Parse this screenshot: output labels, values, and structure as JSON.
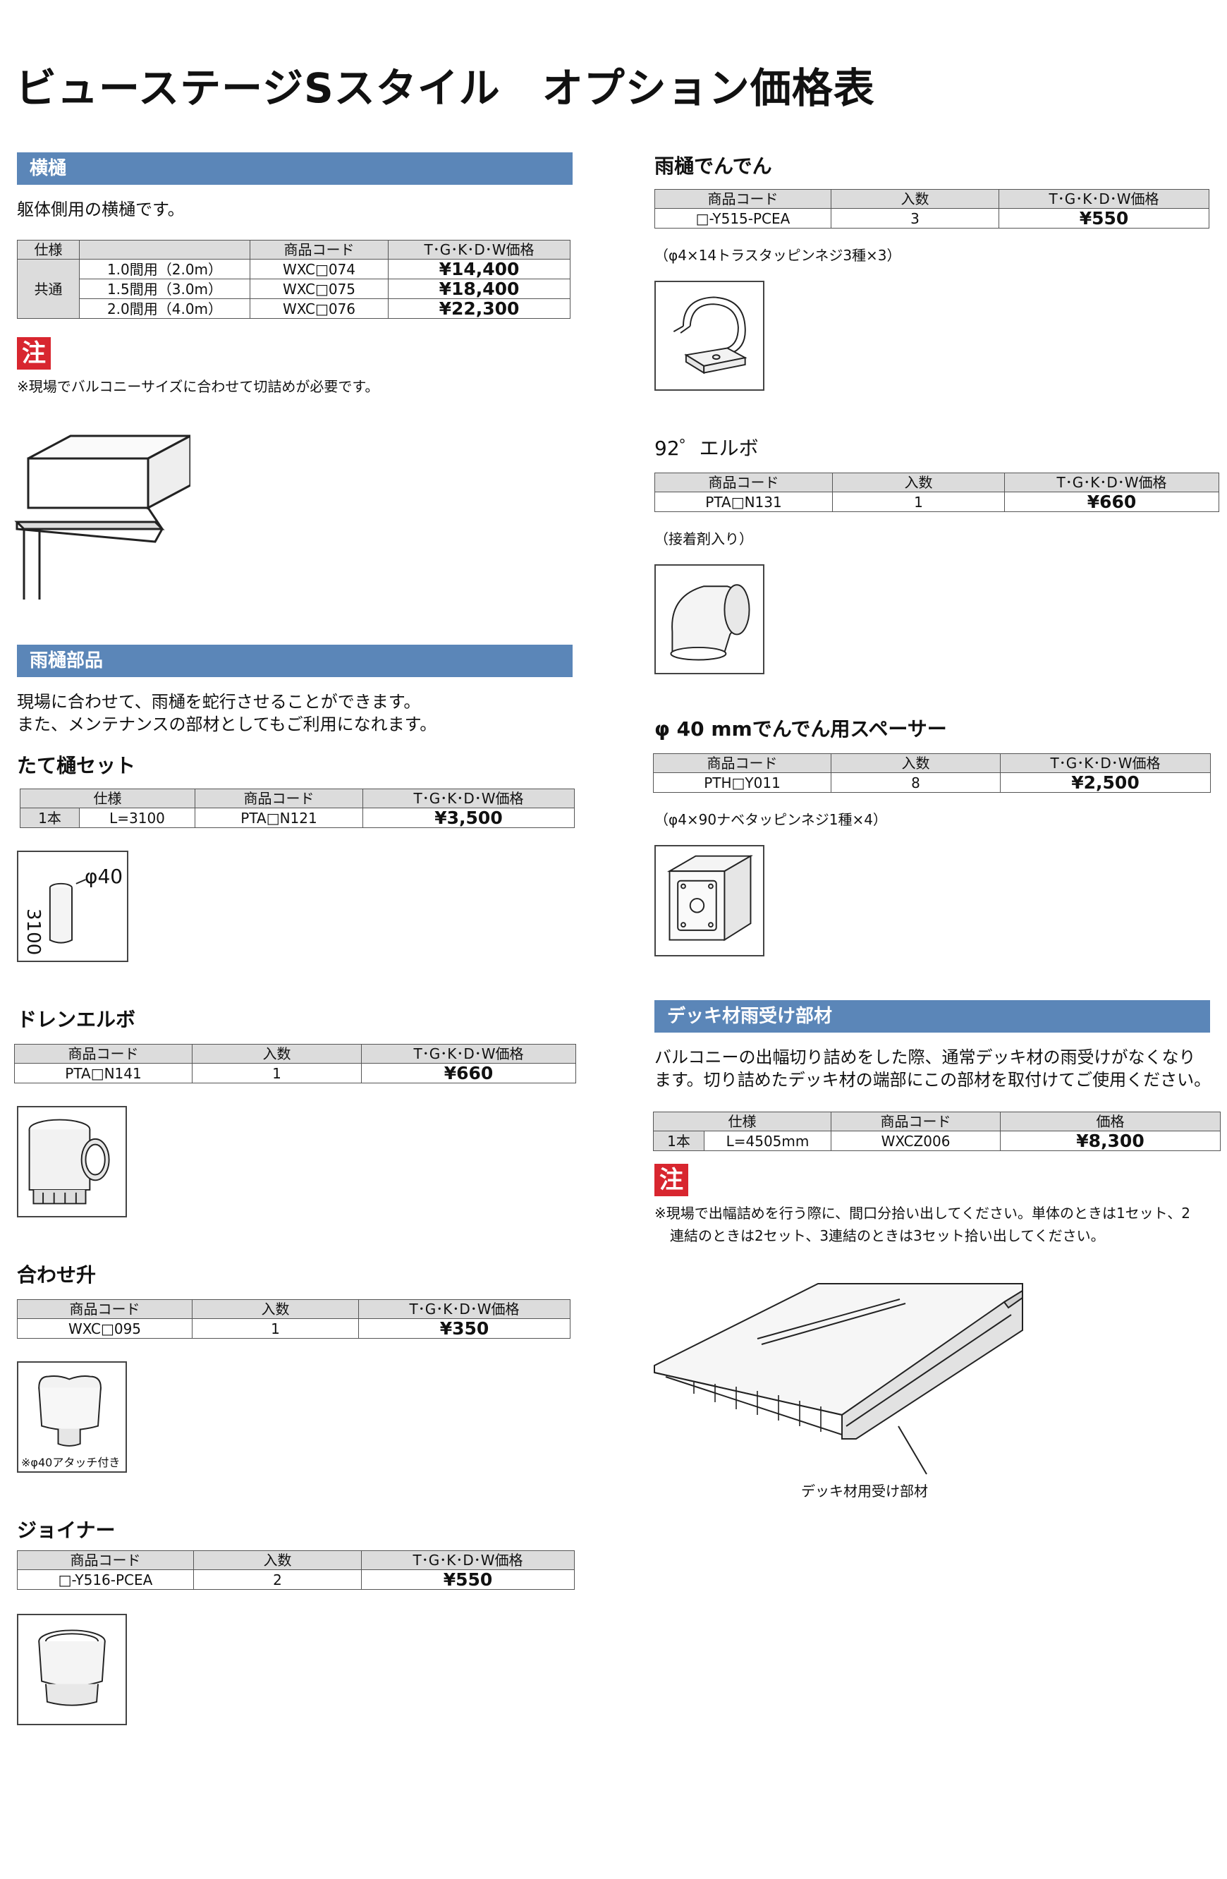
{
  "title": "ビューステージSスタイル　オプション価格表",
  "yokodoi": {
    "header": "横樋",
    "desc": "躯体側用の横樋です。",
    "table": {
      "headers": [
        "仕様",
        "",
        "商品コード",
        "T･G･K･D･W価格"
      ],
      "group": "共通",
      "rows": [
        {
          "spec": "1.0間用（2.0m）",
          "code": "WXC□074",
          "price": "¥14,400"
        },
        {
          "spec": "1.5間用（3.0m）",
          "code": "WXC□075",
          "price": "¥18,400"
        },
        {
          "spec": "2.0間用（4.0m）",
          "code": "WXC□076",
          "price": "¥22,300"
        }
      ]
    },
    "note_icon": "注",
    "note": "※現場でバルコニーサイズに合わせて切詰めが必要です。"
  },
  "amadoi": {
    "header": "雨樋部品",
    "desc_1": "現場に合わせて、雨樋を蛇行させることができます。",
    "desc_2": "また、メンテナンスの部材としてもご利用になれます。",
    "tatedoi": {
      "title": "たて樋セット",
      "headers": [
        "仕様",
        "",
        "商品コード",
        "T･G･K･D･W価格"
      ],
      "row": {
        "unit": "1本",
        "spec": "L=3100",
        "code": "PTA□N121",
        "price": "¥3,500"
      },
      "dim_dia": "φ40",
      "dim_len": "3100"
    },
    "drain": {
      "title": "ドレンエルボ",
      "headers": [
        "商品コード",
        "入数",
        "T･G･K･D･W価格"
      ],
      "row": {
        "code": "PTA□N141",
        "qty": "1",
        "price": "¥660"
      }
    },
    "awase": {
      "title": "合わせ升",
      "headers": [
        "商品コード",
        "入数",
        "T･G･K･D･W価格"
      ],
      "row": {
        "code": "WXC□095",
        "qty": "1",
        "price": "¥350"
      },
      "caption": "※φ40アタッチ付き"
    },
    "joiner": {
      "title": "ジョイナー",
      "headers": [
        "商品コード",
        "入数",
        "T･G･K･D･W価格"
      ],
      "row": {
        "code": "□-Y516-PCEA",
        "qty": "2",
        "price": "¥550"
      }
    }
  },
  "dendenn": {
    "title": "雨樋でんでん",
    "headers": [
      "商品コード",
      "入数",
      "T･G･K･D･W価格"
    ],
    "row": {
      "code": "□-Y515-PCEA",
      "qty": "3",
      "price": "¥550"
    },
    "note": "（φ4×14トラスタッピンネジ3種×3）"
  },
  "elbo92": {
    "title": "92゜エルボ",
    "headers": [
      "商品コード",
      "入数",
      "T･G･K･D･W価格"
    ],
    "row": {
      "code": "PTA□N131",
      "qty": "1",
      "price": "¥660"
    },
    "note": "（接着剤入り）"
  },
  "spacer": {
    "title": "φ 40 mmでんでん用スペーサー",
    "headers": [
      "商品コード",
      "入数",
      "T･G･K･D･W価格"
    ],
    "row": {
      "code": "PTH□Y011",
      "qty": "8",
      "price": "¥2,500"
    },
    "note": "（φ4×90ナベタッピンネジ1種×4）"
  },
  "deck": {
    "header": "デッキ材雨受け部材",
    "desc_1": "バルコニーの出幅切り詰めをした際、通常デッキ材の雨受けがなくなり",
    "desc_2": "ます。切り詰めたデッキ材の端部にこの部材を取付けてご使用ください。",
    "headers": [
      "仕様",
      "",
      "商品コード",
      "価格"
    ],
    "row": {
      "unit": "1本",
      "spec": "L=4505mm",
      "code": "WXCZ006",
      "price": "¥8,300"
    },
    "note_icon": "注",
    "note_1": "※現場で出幅詰めを行う際に、間口分拾い出してください。単体のときは1セット、2",
    "note_2": "連結のときは2セット、3連結のときは3セット拾い出してください。",
    "caption": "デッキ材用受け部材"
  }
}
